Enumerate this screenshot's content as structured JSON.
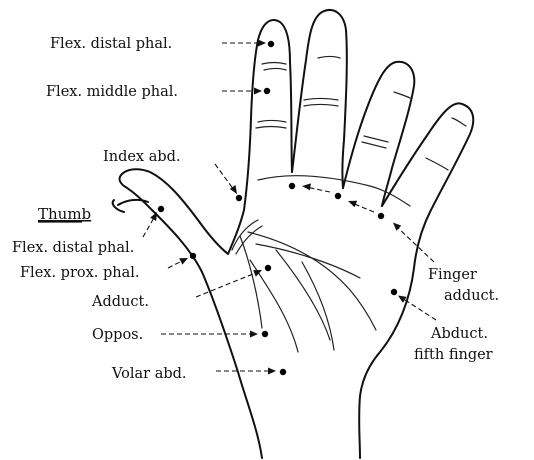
{
  "labels": {
    "flex_distal_phal": "Flex. distal phal.",
    "flex_middle_phal": "Flex. middle phal.",
    "index_abd": "Index abd.",
    "thumb": "Thumb",
    "thumb_flex_distal_phal": "Flex. distal phal.",
    "thumb_flex_prox_phal": "Flex. prox. phal.",
    "adduct": "Adduct.",
    "oppos": "Oppos.",
    "volar_abd": "Volar abd.",
    "finger_adduct_line1": "Finger",
    "finger_adduct_line2": "adduct.",
    "abduct_fifth_line1": "Abduct.",
    "abduct_fifth_line2": "fifth finger"
  },
  "colors": {
    "ink": "#111111",
    "background": "#ffffff"
  }
}
